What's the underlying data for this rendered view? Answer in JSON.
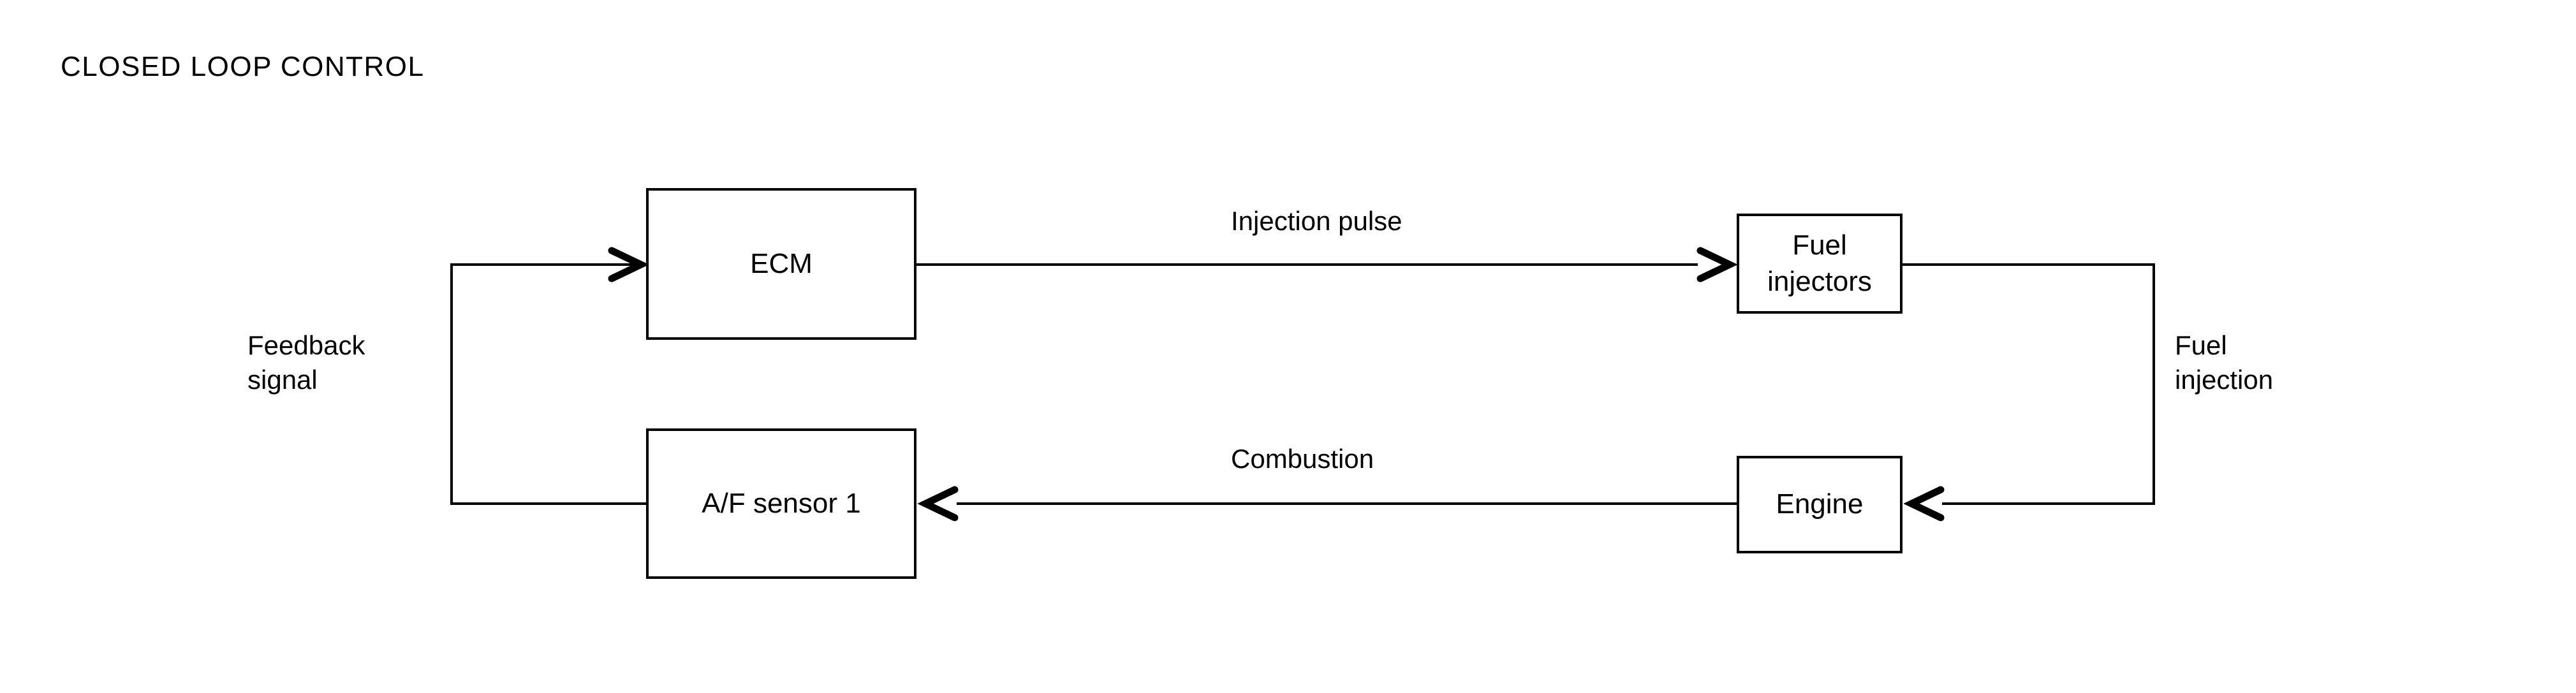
{
  "diagram": {
    "title": "CLOSED LOOP CONTROL",
    "type": "block-flow-diagram",
    "nodes": [
      {
        "id": "ecm",
        "label": "ECM"
      },
      {
        "id": "fuel_injectors",
        "label": "Fuel\ninjectors"
      },
      {
        "id": "engine",
        "label": "Engine"
      },
      {
        "id": "af_sensor",
        "label": "A/F sensor 1"
      }
    ],
    "edges": [
      {
        "id": "injection_pulse",
        "from": "ecm",
        "to": "fuel_injectors",
        "label": "Injection pulse",
        "direction": "right"
      },
      {
        "id": "fuel_injection",
        "from": "fuel_injectors",
        "to": "engine",
        "label": "Fuel\ninjection",
        "direction": "down-left"
      },
      {
        "id": "combustion",
        "from": "engine",
        "to": "af_sensor",
        "label": "Combustion",
        "direction": "left"
      },
      {
        "id": "feedback_signal",
        "from": "af_sensor",
        "to": "ecm",
        "label": "Feedback\nsignal",
        "direction": "up-right"
      }
    ],
    "colors": {
      "stroke": "#000000",
      "background": "#ffffff",
      "text": "#000000"
    }
  }
}
